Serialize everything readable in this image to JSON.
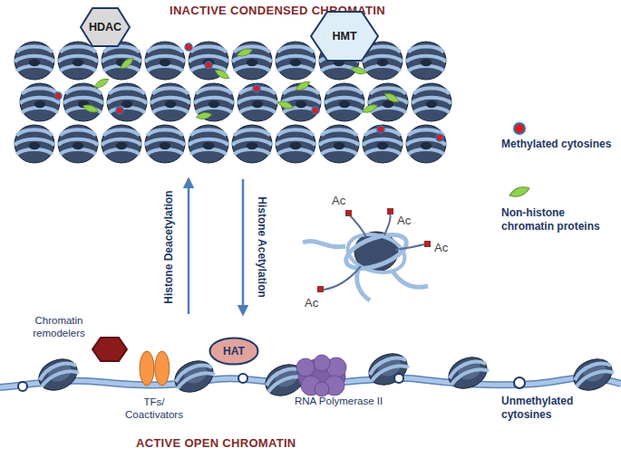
{
  "diagram": {
    "nodes": [
      {
        "text": [
          "INACTIVE CONDENSED CHROMATIN"
        ]
      },
      {
        "text": [
          "HDAC"
        ],
        "in": 0
      },
      {
        "text": [
          "HMT"
        ],
        "in": 0
      },
      {
        "text": [
          "ACTIVE OPEN CHROMATIN"
        ]
      },
      {
        "text": [
          "Chromatin remodelers"
        ],
        "in": 3
      },
      {
        "text": [
          "TFs/ Coactivators"
        ],
        "in": 3
      },
      {
        "text": [
          "HAT"
        ],
        "in": 3
      },
      {
        "text": [
          "RNA Polymerase II"
        ],
        "in": 3
      }
    ],
    "edges": [
      {
        "from": 3,
        "to": 0,
        "arrow": "to",
        "label": "Histone Deacetylation"
      },
      {
        "from": 0,
        "to": 3,
        "arrow": "to",
        "label": "Histone Acetylation"
      }
    ],
    "labels": [
      "Ac",
      "Ac",
      "Ac",
      "Ac"
    ],
    "legend": [
      {
        "text": "Methylated cytosines"
      },
      {
        "text": "Non-histone chromatin proteins"
      },
      {
        "text": "Unmethylated cytosines"
      }
    ]
  }
}
